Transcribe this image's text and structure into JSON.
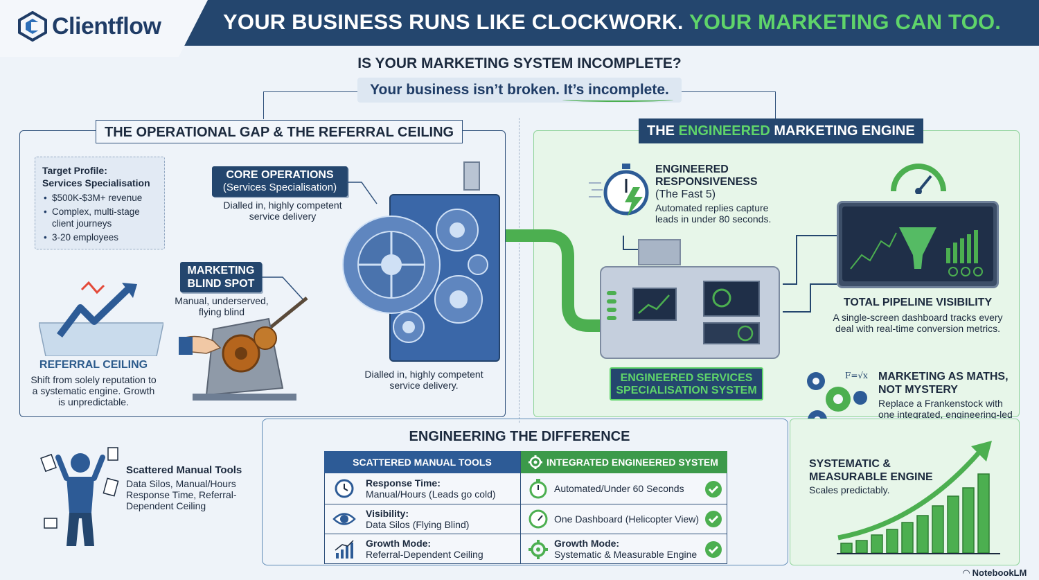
{
  "brand": {
    "name": "Clientflow"
  },
  "header": {
    "headline_part1": "YOUR BUSINESS RUNS LIKE CLOCKWORK.",
    "headline_part2": "YOUR MARKETING CAN TOO."
  },
  "intro": {
    "question": "IS YOUR MARKETING SYSTEM INCOMPLETE?",
    "tagline": "Your business isn’t broken. It’s incomplete."
  },
  "left_section": {
    "title": "THE OPERATIONAL GAP & THE REFERRAL CEILING",
    "profile": {
      "title_line1": "Target Profile:",
      "title_line2": "Services Specialisation",
      "items": [
        "$500K-$3M+ revenue",
        "Complex, multi-stage client journeys",
        "3-20 employees"
      ]
    },
    "core_ops": {
      "label_line1": "CORE OPERATIONS",
      "label_line2": "(Services Specialisation)",
      "desc": "Dialled in, highly competent service delivery"
    },
    "blind_spot": {
      "label_line1": "MARKETING",
      "label_line2": "BLIND SPOT",
      "desc": "Manual, underserved, flying blind"
    },
    "machine_desc": "Dialled in, highly competent service delivery.",
    "referral": {
      "title": "REFERRAL CEILING",
      "desc": "Shift from solely reputation to a systematic engine. Growth is unpredictable."
    },
    "scattered": {
      "title": "Scattered Manual Tools",
      "desc": "Data Silos, Manual/Hours Response Time, Referral-Dependent Ceiling"
    }
  },
  "right_section": {
    "title_part1": "THE",
    "title_part2": "ENGINEERED",
    "title_part3": "MARKETING ENGINE",
    "responsiveness": {
      "title_line1": "ENGINEERED",
      "title_line2": "RESPONSIVENESS",
      "title_line3": "(The Fast 5)",
      "desc": "Automated replies capture leads in under 80 seconds."
    },
    "pipeline": {
      "title": "TOTAL PIPELINE VISIBILITY",
      "desc": "A single-screen dashboard tracks every deal with real-time conversion metrics."
    },
    "system_label_line1": "ENGINEERED SERVICES",
    "system_label_line2": "SPECIALISATION SYSTEM",
    "maths": {
      "title_line1": "MARKETING AS MATHS,",
      "title_line2": "NOT MYSTERY",
      "desc": "Replace a Frankenstock with one integrated, engineering-led system."
    },
    "systematic": {
      "title_line1": "SYSTEMATIC &",
      "title_line2": "MEASURABLE ENGINE",
      "desc": "Scales predictably."
    }
  },
  "comparison": {
    "title": "ENGINEERING THE DIFFERENCE",
    "left_header": "SCATTERED MANUAL TOOLS",
    "right_header": "INTEGRATED ENGINEERED SYSTEM",
    "rows": [
      {
        "left_label": "Response Time:",
        "left_value": "Manual/Hours (Leads go cold)",
        "right_value": "Automated/Under 60 Seconds",
        "left_icon": "clock-icon",
        "right_icon": "stopwatch-icon"
      },
      {
        "left_label": "Visibility:",
        "left_value": "Data Silos (Flying Blind)",
        "right_value": "One Dashboard (Helicopter View)",
        "left_icon": "eye-icon",
        "right_icon": "gauge-icon"
      },
      {
        "left_label": "Growth Mode:",
        "left_value": "Referral-Dependent Ceiling",
        "right_label": "Growth Mode:",
        "right_value": "Systematic & Measurable Engine",
        "left_icon": "bar-chart-icon",
        "right_icon": "gear-icon"
      }
    ]
  },
  "footer": {
    "credit": "NotebookLM"
  },
  "colors": {
    "navy": "#24466e",
    "green": "#4caf50",
    "accent_green": "#5fd46a",
    "blue": "#2d5b96"
  }
}
